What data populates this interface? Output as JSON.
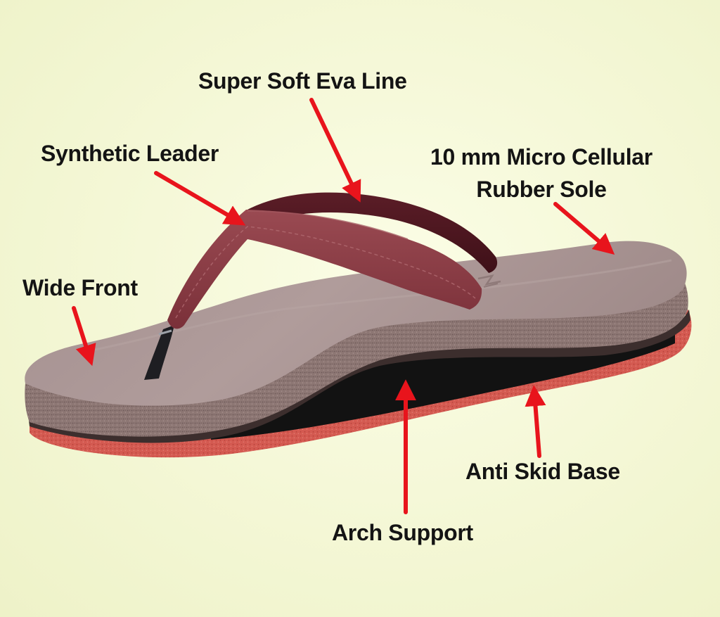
{
  "labels": {
    "eva_line": "Super Soft Eva Line",
    "synthetic_leader": "Synthetic Leader",
    "rubber_sole_line1": "10 mm Micro Cellular",
    "rubber_sole_line2": "Rubber Sole",
    "wide_front": "Wide Front",
    "anti_skid_base": "Anti Skid Base",
    "arch_support": "Arch Support"
  },
  "colors": {
    "arrow": "#e8141c",
    "strap": "#8c3d45",
    "strap_dark": "#5e1f28",
    "footbed": "#a89392",
    "sole_side": "#8a7472",
    "base": "#d2574f",
    "arch_gap": "#141414",
    "text": "#141414"
  }
}
